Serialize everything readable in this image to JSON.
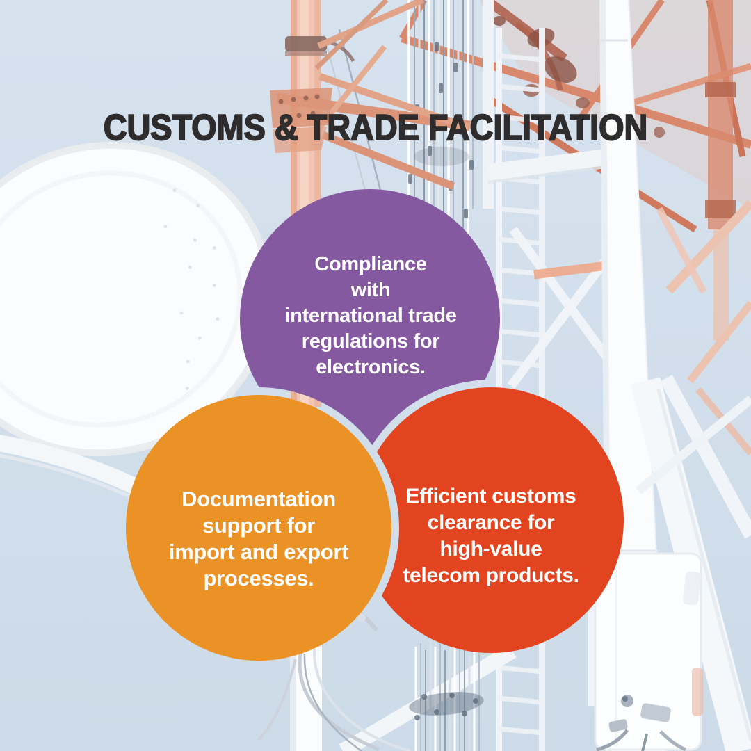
{
  "title": "CUSTOMS & TRADE FACILITATION",
  "colors": {
    "background_sky": "#d3e0ec",
    "title_text": "#2e2c2c",
    "bubble_text": "#ffffff",
    "purple_bubble": "#84599f",
    "orange_bubble": "#eb9226",
    "red_bubble": "#e2441f"
  },
  "bubbles": {
    "purple": {
      "lines": [
        "Compliance",
        "with",
        "international trade",
        "regulations for",
        "electronics."
      ]
    },
    "orange": {
      "lines": [
        "Documentation",
        "support for",
        "import and export",
        "processes."
      ]
    },
    "red": {
      "lines": [
        "Efficient customs",
        "clearance for",
        "high-value",
        "telecom products."
      ]
    }
  }
}
